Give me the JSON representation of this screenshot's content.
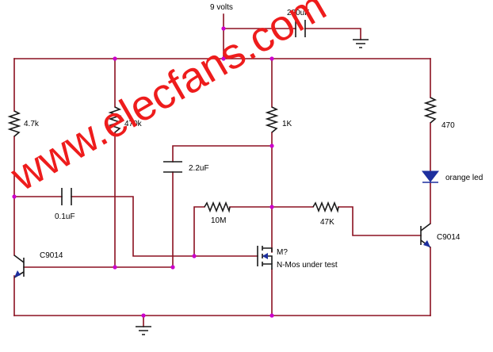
{
  "supply": {
    "label": "9 volts"
  },
  "components": {
    "c_220": "220uF",
    "r_4k7": "4.7k",
    "r_470k": "470k",
    "r_1k": "1K",
    "r_470": "470",
    "c_2u2": "2.2uF",
    "c_0u1": "0.1uF",
    "r_10m": "10M",
    "r_47k": "47K",
    "led": "orange led",
    "q_left": "C9014",
    "q_right": "C9014",
    "mos_ref": "M?",
    "mos_desc": "N-Mos under test"
  },
  "watermark": "www.elecfans.com",
  "colors": {
    "wire": "#8b1020",
    "node": "#cc00cc",
    "watermark": "#ee1c1c",
    "led": "#1d2f9e"
  }
}
